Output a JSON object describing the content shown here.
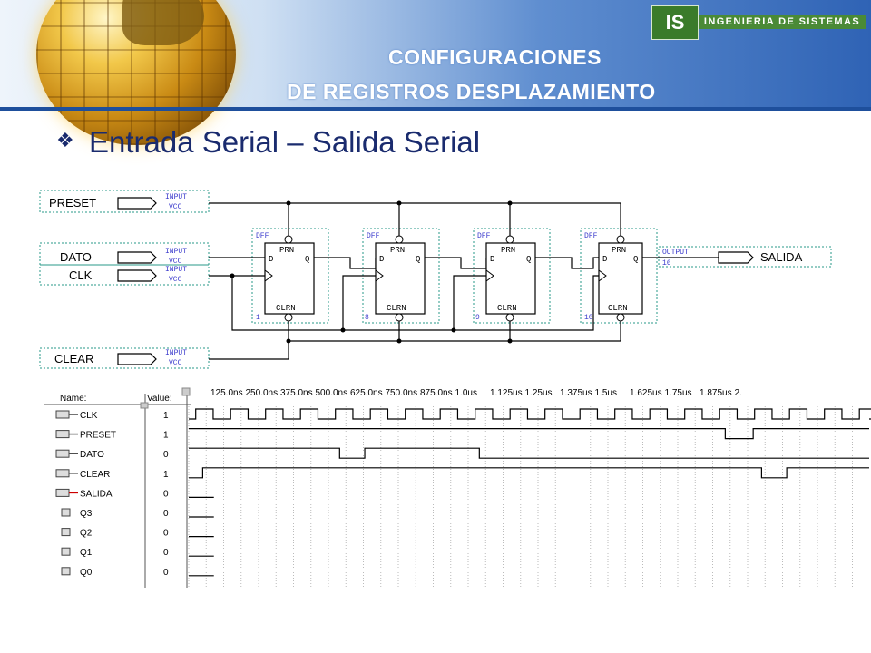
{
  "header": {
    "title_line1": "CONFIGURACIONES",
    "title_line2": "DE REGISTROS  DESPLAZAMIENTO",
    "logo_mark": "IS",
    "logo_text": "INGENIERIA DE SISTEMAS"
  },
  "bullet_icon": "diamond-bullet-icon",
  "subtitle": "Entrada Serial – Salida Serial",
  "circuit": {
    "inputs": [
      {
        "name": "PRESET",
        "tag": "INPUT",
        "sub": "VCC"
      },
      {
        "name": "DATO",
        "tag": "INPUT",
        "sub": "VCC"
      },
      {
        "name": "CLK",
        "tag": "INPUT",
        "sub": "VCC"
      },
      {
        "name": "CLEAR",
        "tag": "INPUT",
        "sub": "VCC"
      }
    ],
    "flipflops": [
      {
        "type": "DFF",
        "pin_d": "D",
        "pin_q": "Q",
        "pin_prn": "PRN",
        "pin_clrn": "CLRN",
        "index": "1"
      },
      {
        "type": "DFF",
        "pin_d": "D",
        "pin_q": "Q",
        "pin_prn": "PRN",
        "pin_clrn": "CLRN",
        "index": "8"
      },
      {
        "type": "DFF",
        "pin_d": "D",
        "pin_q": "Q",
        "pin_prn": "PRN",
        "pin_clrn": "CLRN",
        "index": "9"
      },
      {
        "type": "DFF",
        "pin_d": "D",
        "pin_q": "Q",
        "pin_prn": "PRN",
        "pin_clrn": "CLRN",
        "index": "10"
      }
    ],
    "output": {
      "name": "SALIDA",
      "tag": "OUTPUT",
      "index": "16"
    }
  },
  "waveform": {
    "header_name": "Name:",
    "header_value": "Value:",
    "timeline": [
      "125.0ns",
      "250.0ns",
      "375.0ns",
      "500.0ns",
      "625.0ns",
      "750.0ns",
      "875.0ns",
      "1.0us",
      "1.125us",
      "1.25us",
      "1.375us",
      "1.5us",
      "1.625us",
      "1.75us",
      "1.875us",
      "2."
    ],
    "signals": [
      {
        "name": "CLK",
        "value": "1",
        "icon": "input-pin-icon"
      },
      {
        "name": "PRESET",
        "value": "1",
        "icon": "input-pin-icon"
      },
      {
        "name": "DATO",
        "value": "0",
        "icon": "input-pin-icon"
      },
      {
        "name": "CLEAR",
        "value": "1",
        "icon": "input-pin-icon"
      },
      {
        "name": "SALIDA",
        "value": "0",
        "icon": "output-pin-icon"
      },
      {
        "name": "Q3",
        "value": "0",
        "icon": "node-icon"
      },
      {
        "name": "Q2",
        "value": "0",
        "icon": "node-icon"
      },
      {
        "name": "Q1",
        "value": "0",
        "icon": "node-icon"
      },
      {
        "name": "Q0",
        "value": "0",
        "icon": "node-icon"
      }
    ]
  },
  "colors": {
    "title": "#ffffff",
    "subtitle": "#1a2b6e",
    "wire": "#000000",
    "dotted": "#2a9a8a",
    "pin_label": "#3a3acc"
  }
}
